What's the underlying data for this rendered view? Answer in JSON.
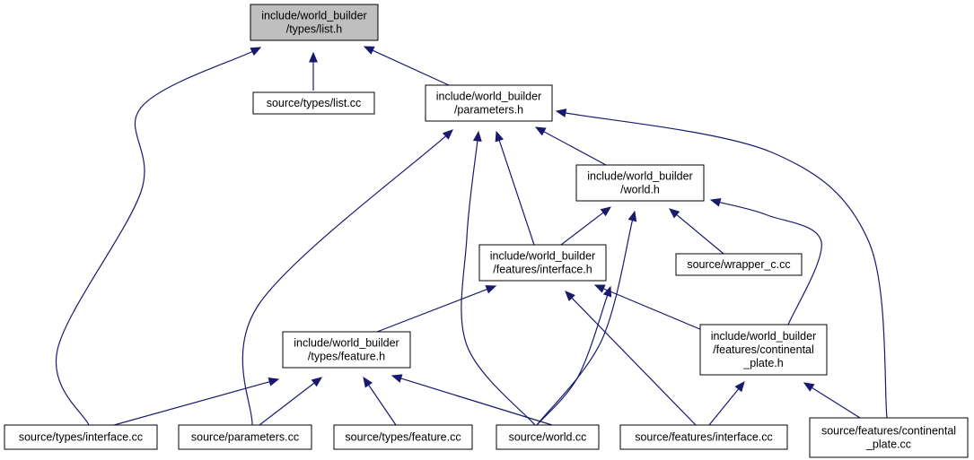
{
  "colors": {
    "edge": "#191970",
    "root_fill": "#bfbfbf",
    "node_fill": "#ffffff",
    "border": "#000000"
  },
  "nodes": [
    {
      "id": "list_h",
      "lines": [
        "include/world_builder",
        "/types/list.h"
      ],
      "highlighted": true
    },
    {
      "id": "list_cc",
      "lines": [
        "source/types/list.cc"
      ]
    },
    {
      "id": "parameters_h",
      "lines": [
        "include/world_builder",
        "/parameters.h"
      ]
    },
    {
      "id": "world_h",
      "lines": [
        "include/world_builder",
        "/world.h"
      ]
    },
    {
      "id": "wrapper_c",
      "lines": [
        "source/wrapper_c.cc"
      ]
    },
    {
      "id": "features_interface_h",
      "lines": [
        "include/world_builder",
        "/features/interface.h"
      ]
    },
    {
      "id": "feature_h",
      "lines": [
        "include/world_builder",
        "/types/feature.h"
      ]
    },
    {
      "id": "continental_plate_h",
      "lines": [
        "include/world_builder",
        "/features/continental",
        "_plate.h"
      ]
    },
    {
      "id": "types_interface_cc",
      "lines": [
        "source/types/interface.cc"
      ]
    },
    {
      "id": "parameters_cc",
      "lines": [
        "source/parameters.cc"
      ]
    },
    {
      "id": "feature_cc",
      "lines": [
        "source/types/feature.cc"
      ]
    },
    {
      "id": "world_cc",
      "lines": [
        "source/world.cc"
      ]
    },
    {
      "id": "features_interface_cc",
      "lines": [
        "source/features/interface.cc"
      ]
    },
    {
      "id": "continental_plate_cc",
      "lines": [
        "source/features/continental",
        "_plate.cc"
      ]
    }
  ],
  "edges": [
    {
      "from": "list_h",
      "to": "list_cc"
    },
    {
      "from": "list_h",
      "to": "parameters_h"
    },
    {
      "from": "list_h",
      "to": "types_interface_cc"
    },
    {
      "from": "parameters_h",
      "to": "world_h"
    },
    {
      "from": "parameters_h",
      "to": "features_interface_h"
    },
    {
      "from": "parameters_h",
      "to": "parameters_cc"
    },
    {
      "from": "parameters_h",
      "to": "world_cc"
    },
    {
      "from": "parameters_h",
      "to": "continental_plate_cc"
    },
    {
      "from": "world_h",
      "to": "features_interface_h"
    },
    {
      "from": "world_h",
      "to": "wrapper_c"
    },
    {
      "from": "world_h",
      "to": "world_cc"
    },
    {
      "from": "world_h",
      "to": "continental_plate_h"
    },
    {
      "from": "features_interface_h",
      "to": "feature_h"
    },
    {
      "from": "features_interface_h",
      "to": "continental_plate_h"
    },
    {
      "from": "features_interface_h",
      "to": "world_cc"
    },
    {
      "from": "features_interface_h",
      "to": "features_interface_cc"
    },
    {
      "from": "feature_h",
      "to": "types_interface_cc"
    },
    {
      "from": "feature_h",
      "to": "parameters_cc"
    },
    {
      "from": "feature_h",
      "to": "feature_cc"
    },
    {
      "from": "feature_h",
      "to": "world_cc"
    },
    {
      "from": "continental_plate_h",
      "to": "features_interface_cc"
    },
    {
      "from": "continental_plate_h",
      "to": "continental_plate_cc"
    }
  ]
}
